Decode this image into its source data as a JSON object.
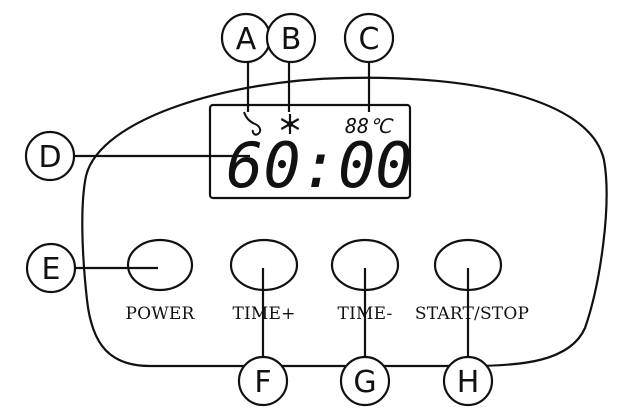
{
  "callouts": {
    "A": "A",
    "B": "B",
    "C": "C",
    "D": "D",
    "E": "E",
    "F": "F",
    "G": "G",
    "H": "H"
  },
  "display": {
    "time": "60:00",
    "temperature": "88℃",
    "icons": [
      "heating-hook-icon",
      "snowflake-icon"
    ]
  },
  "buttons": {
    "power": "POWER",
    "time_plus": "TIME+",
    "time_minus": "TIME-",
    "start_stop": "START/STOP"
  }
}
